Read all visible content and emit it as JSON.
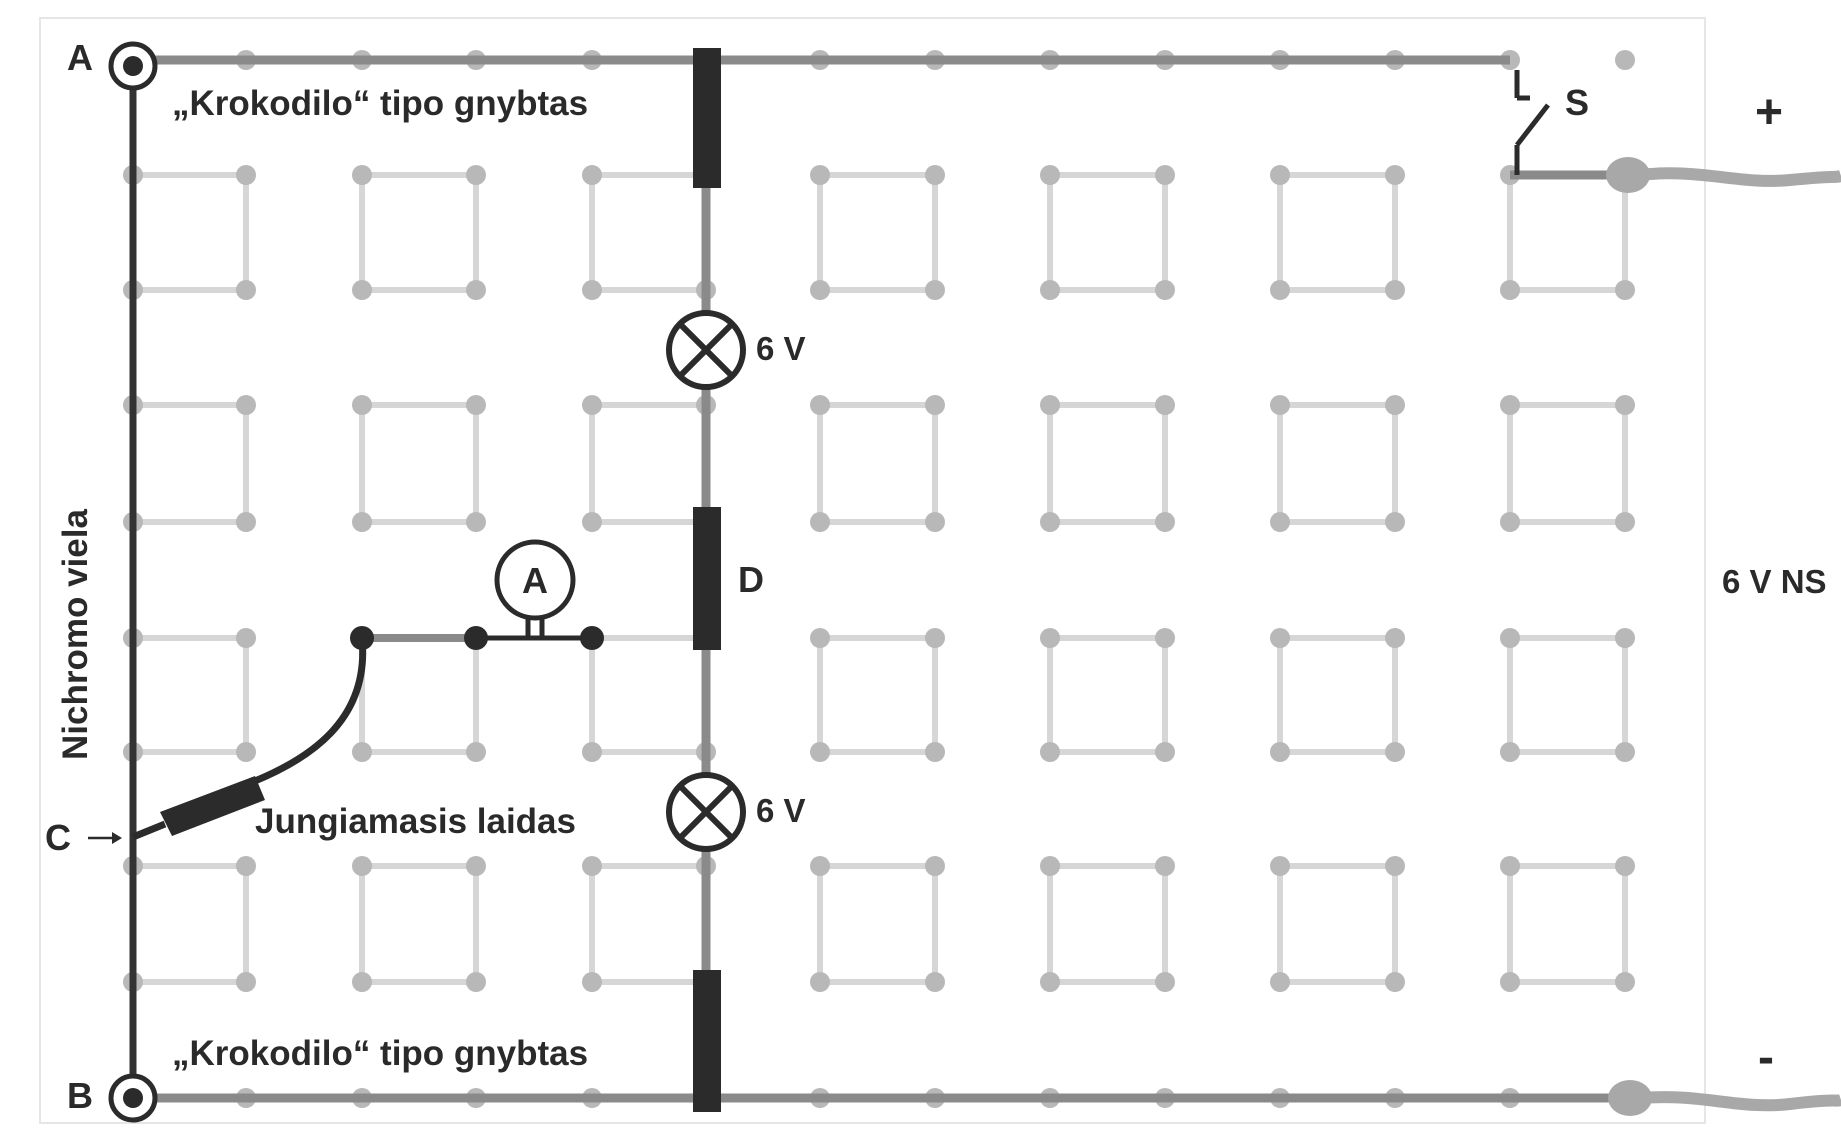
{
  "diagram": {
    "labels": {
      "point_a": "A",
      "point_b": "B",
      "point_c": "C",
      "clip_top": "„Krokodilo“ tipo gnybtas",
      "clip_bottom": "„Krokodilo“ tipo gnybtas",
      "wire": "Nichromo viela",
      "lead": "Jungiamasis laidas",
      "ammeter": "A",
      "lamp_top": "6 V",
      "lamp_bottom": "6 V",
      "diode": "D",
      "switch": "S",
      "supply": "6 V NS",
      "plus": "+",
      "minus": "-"
    },
    "colors": {
      "background": "#ffffff",
      "grid_dot": "#b8b8b8",
      "grid_link": "#d6d6d6",
      "rail": "#8a8a8a",
      "wire": "#333333",
      "component": "#2b2b2b",
      "text": "#2a2a2a"
    }
  }
}
